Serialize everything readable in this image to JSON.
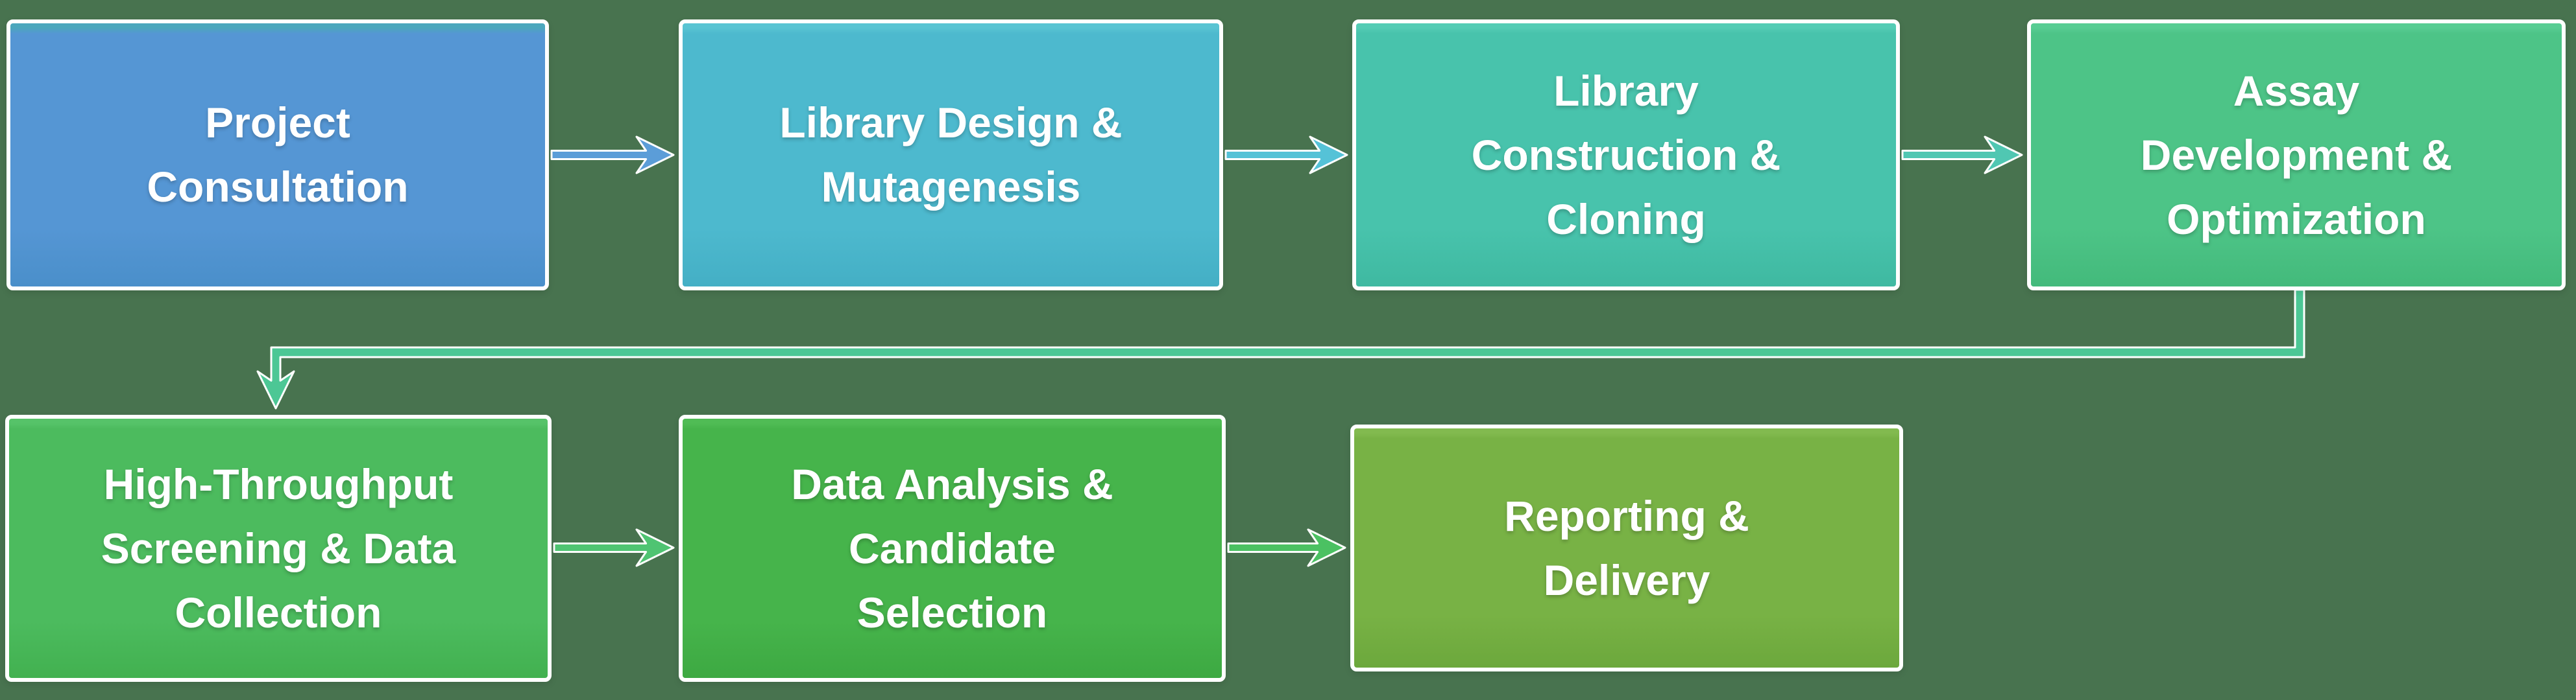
{
  "canvas": {
    "background_color": "#48734f"
  },
  "diagram": {
    "text_color": "#ffffff",
    "border_color": "#ffffff",
    "steps": [
      {
        "label": "Project\nConsultation",
        "fill": "#5596d4",
        "top": "#4ba7bd",
        "bottom": "#4a8fca"
      },
      {
        "label": "Library Design &\nMutagenesis",
        "fill": "#4db9ce",
        "top": "#59c4d3",
        "bottom": "#44afc5"
      },
      {
        "label": "Library\nConstruction &\nCloning",
        "fill": "#48c3ac",
        "top": "#54ccb5",
        "bottom": "#3fb9a1"
      },
      {
        "label": "Assay\nDevelopment &\nOptimization",
        "fill": "#4dc487",
        "top": "#58cd93",
        "bottom": "#43ba7b"
      },
      {
        "label": "High-Throughput\nScreening & Data\nCollection",
        "fill": "#4cbb5e",
        "top": "#56c369",
        "bottom": "#42b150"
      },
      {
        "label": "Data Analysis &\nCandidate\nSelection",
        "fill": "#46b44b",
        "top": "#50bc55",
        "bottom": "#3da942"
      },
      {
        "label": "Reporting &\nDelivery",
        "fill": "#78b245",
        "top": "#82ba4f",
        "bottom": "#6ca83c"
      }
    ],
    "connectors": [
      {
        "name": "arrow-step1-step2",
        "color": "#5b9dd8"
      },
      {
        "name": "arrow-step2-step3",
        "color": "#55c2d7"
      },
      {
        "name": "arrow-step3-step4",
        "color": "#50c7b2"
      },
      {
        "name": "elbow-arrow-step4-step5",
        "color": "#4cc795"
      },
      {
        "name": "arrow-step5-step6",
        "color": "#4fc472"
      },
      {
        "name": "arrow-step6-step7",
        "color": "#4bc162"
      }
    ]
  }
}
